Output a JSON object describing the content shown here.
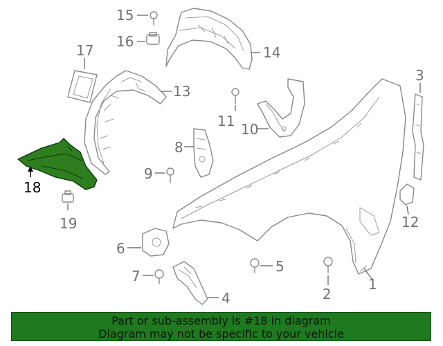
{
  "diagram": {
    "labels": {
      "p1": "1",
      "p2": "2",
      "p3": "3",
      "p4": "4",
      "p5": "5",
      "p6": "6",
      "p7": "7",
      "p8": "8",
      "p9": "9",
      "p10": "10",
      "p11": "11",
      "p12": "12",
      "p13": "13",
      "p14": "14",
      "p15": "15",
      "p16": "16",
      "p17": "17",
      "p18": "18",
      "p19": "19"
    },
    "selected_part": "18",
    "colors": {
      "highlight_fill": "#2e7d1e",
      "highlight_stroke": "#0a3d0a",
      "banner_bg": "#1f7a1f",
      "line": "#888888"
    }
  },
  "banner": {
    "line1": "Part or sub-assembly is #18 in diagram",
    "line2": "Diagram may not be specific to your vehicle"
  }
}
